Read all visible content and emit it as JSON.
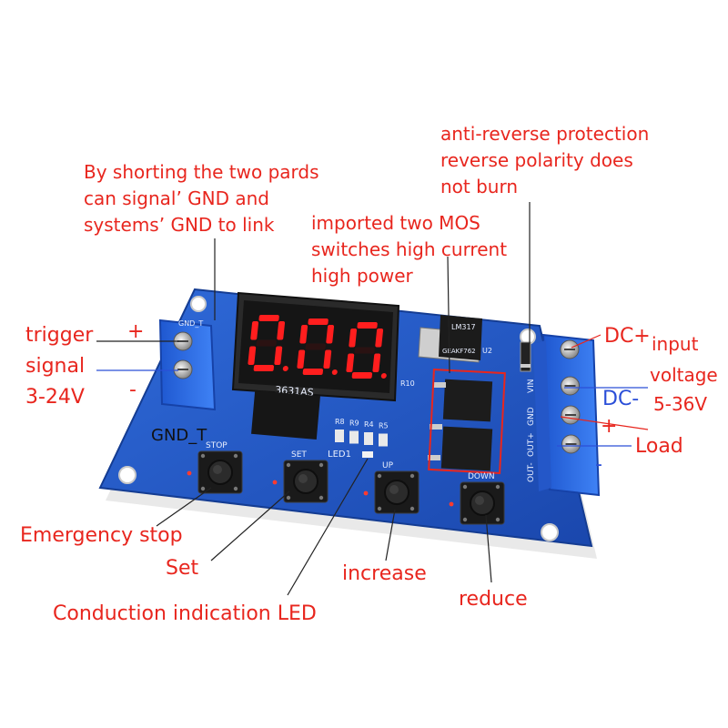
{
  "annotations": {
    "shorting_pads": "By shorting the two pards\ncan signal’ GND and\nsystems’ GND to link",
    "anti_reverse": "anti-reverse protection\nreverse polarity does\nnot burn",
    "mos": "imported two MOS\nswitches high current\nhigh power",
    "trigger": "trigger",
    "signal": "signal",
    "voltage_range": "3-24V",
    "plus_left": "+",
    "minus_left": "-",
    "gnd_t": "GND_T",
    "dc_plus": "DC+",
    "input": "input",
    "voltage": "voltage",
    "dc_minus": "DC-",
    "input_range": "5-36V",
    "plus_right": "+",
    "load": "Load",
    "minus_right": "-",
    "emergency_stop": "Emergency stop",
    "set": "Set",
    "increase": "increase",
    "reduce": "reduce",
    "led": "Conduction indication LED"
  },
  "board": {
    "display_value": "000",
    "display_part": "3631AS",
    "regulator": "LM317",
    "regulator_code": "GEAKF762",
    "u2": "U2",
    "r10": "R10",
    "led1": "LED1",
    "resistors": [
      "R8",
      "R9",
      "R4",
      "R5"
    ],
    "terminal_labels": [
      "VIN",
      "GND",
      "OUT+",
      "OUT-"
    ],
    "gnd_t_silk": "GND_T",
    "buttons": [
      "STOP",
      "SET",
      "UP",
      "DOWN"
    ]
  },
  "colors": {
    "annotation_red": "#e8261e",
    "annotation_blue": "#2b4fd8",
    "pcb_blue": "#1f56c8",
    "terminal_blue": "#2f6fe6",
    "display_red": "#ff1e1e"
  }
}
